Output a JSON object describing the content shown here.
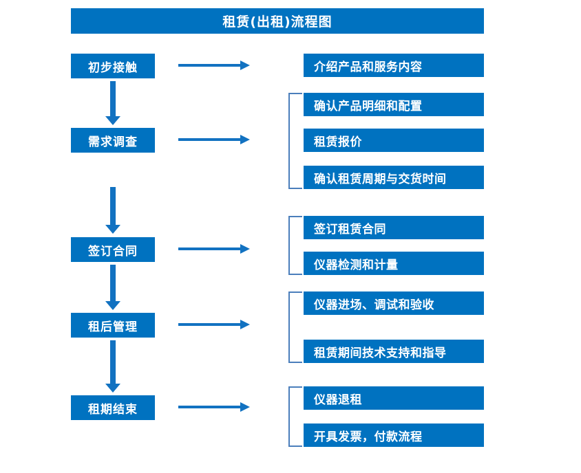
{
  "title": {
    "text": "租赁(出租)流程图"
  },
  "colors": {
    "box_fill": "#0072C0",
    "box_text": "#FFFFFF",
    "arrow": "#1272C1",
    "bracket": "#4A7EBB",
    "background": "#FFFFFF"
  },
  "stages": [
    {
      "label": "初步接触"
    },
    {
      "label": "需求调查"
    },
    {
      "label": "签订合同"
    },
    {
      "label": "租后管理"
    },
    {
      "label": "租期结束"
    }
  ],
  "details": {
    "group1": [
      {
        "label": "介绍产品和服务内容"
      }
    ],
    "group2": [
      {
        "label": "确认产品明细和配置"
      },
      {
        "label": "租赁报价"
      },
      {
        "label": "确认租赁周期与交货时间"
      }
    ],
    "group3": [
      {
        "label": "签订租赁合同"
      },
      {
        "label": "仪器检测和计量"
      }
    ],
    "group4": [
      {
        "label": "仪器进场、调试和验收"
      },
      {
        "label": "租赁期间技术支持和指导"
      }
    ],
    "group5": [
      {
        "label": "仪器退租"
      },
      {
        "label": "开具发票，付款流程"
      }
    ]
  }
}
